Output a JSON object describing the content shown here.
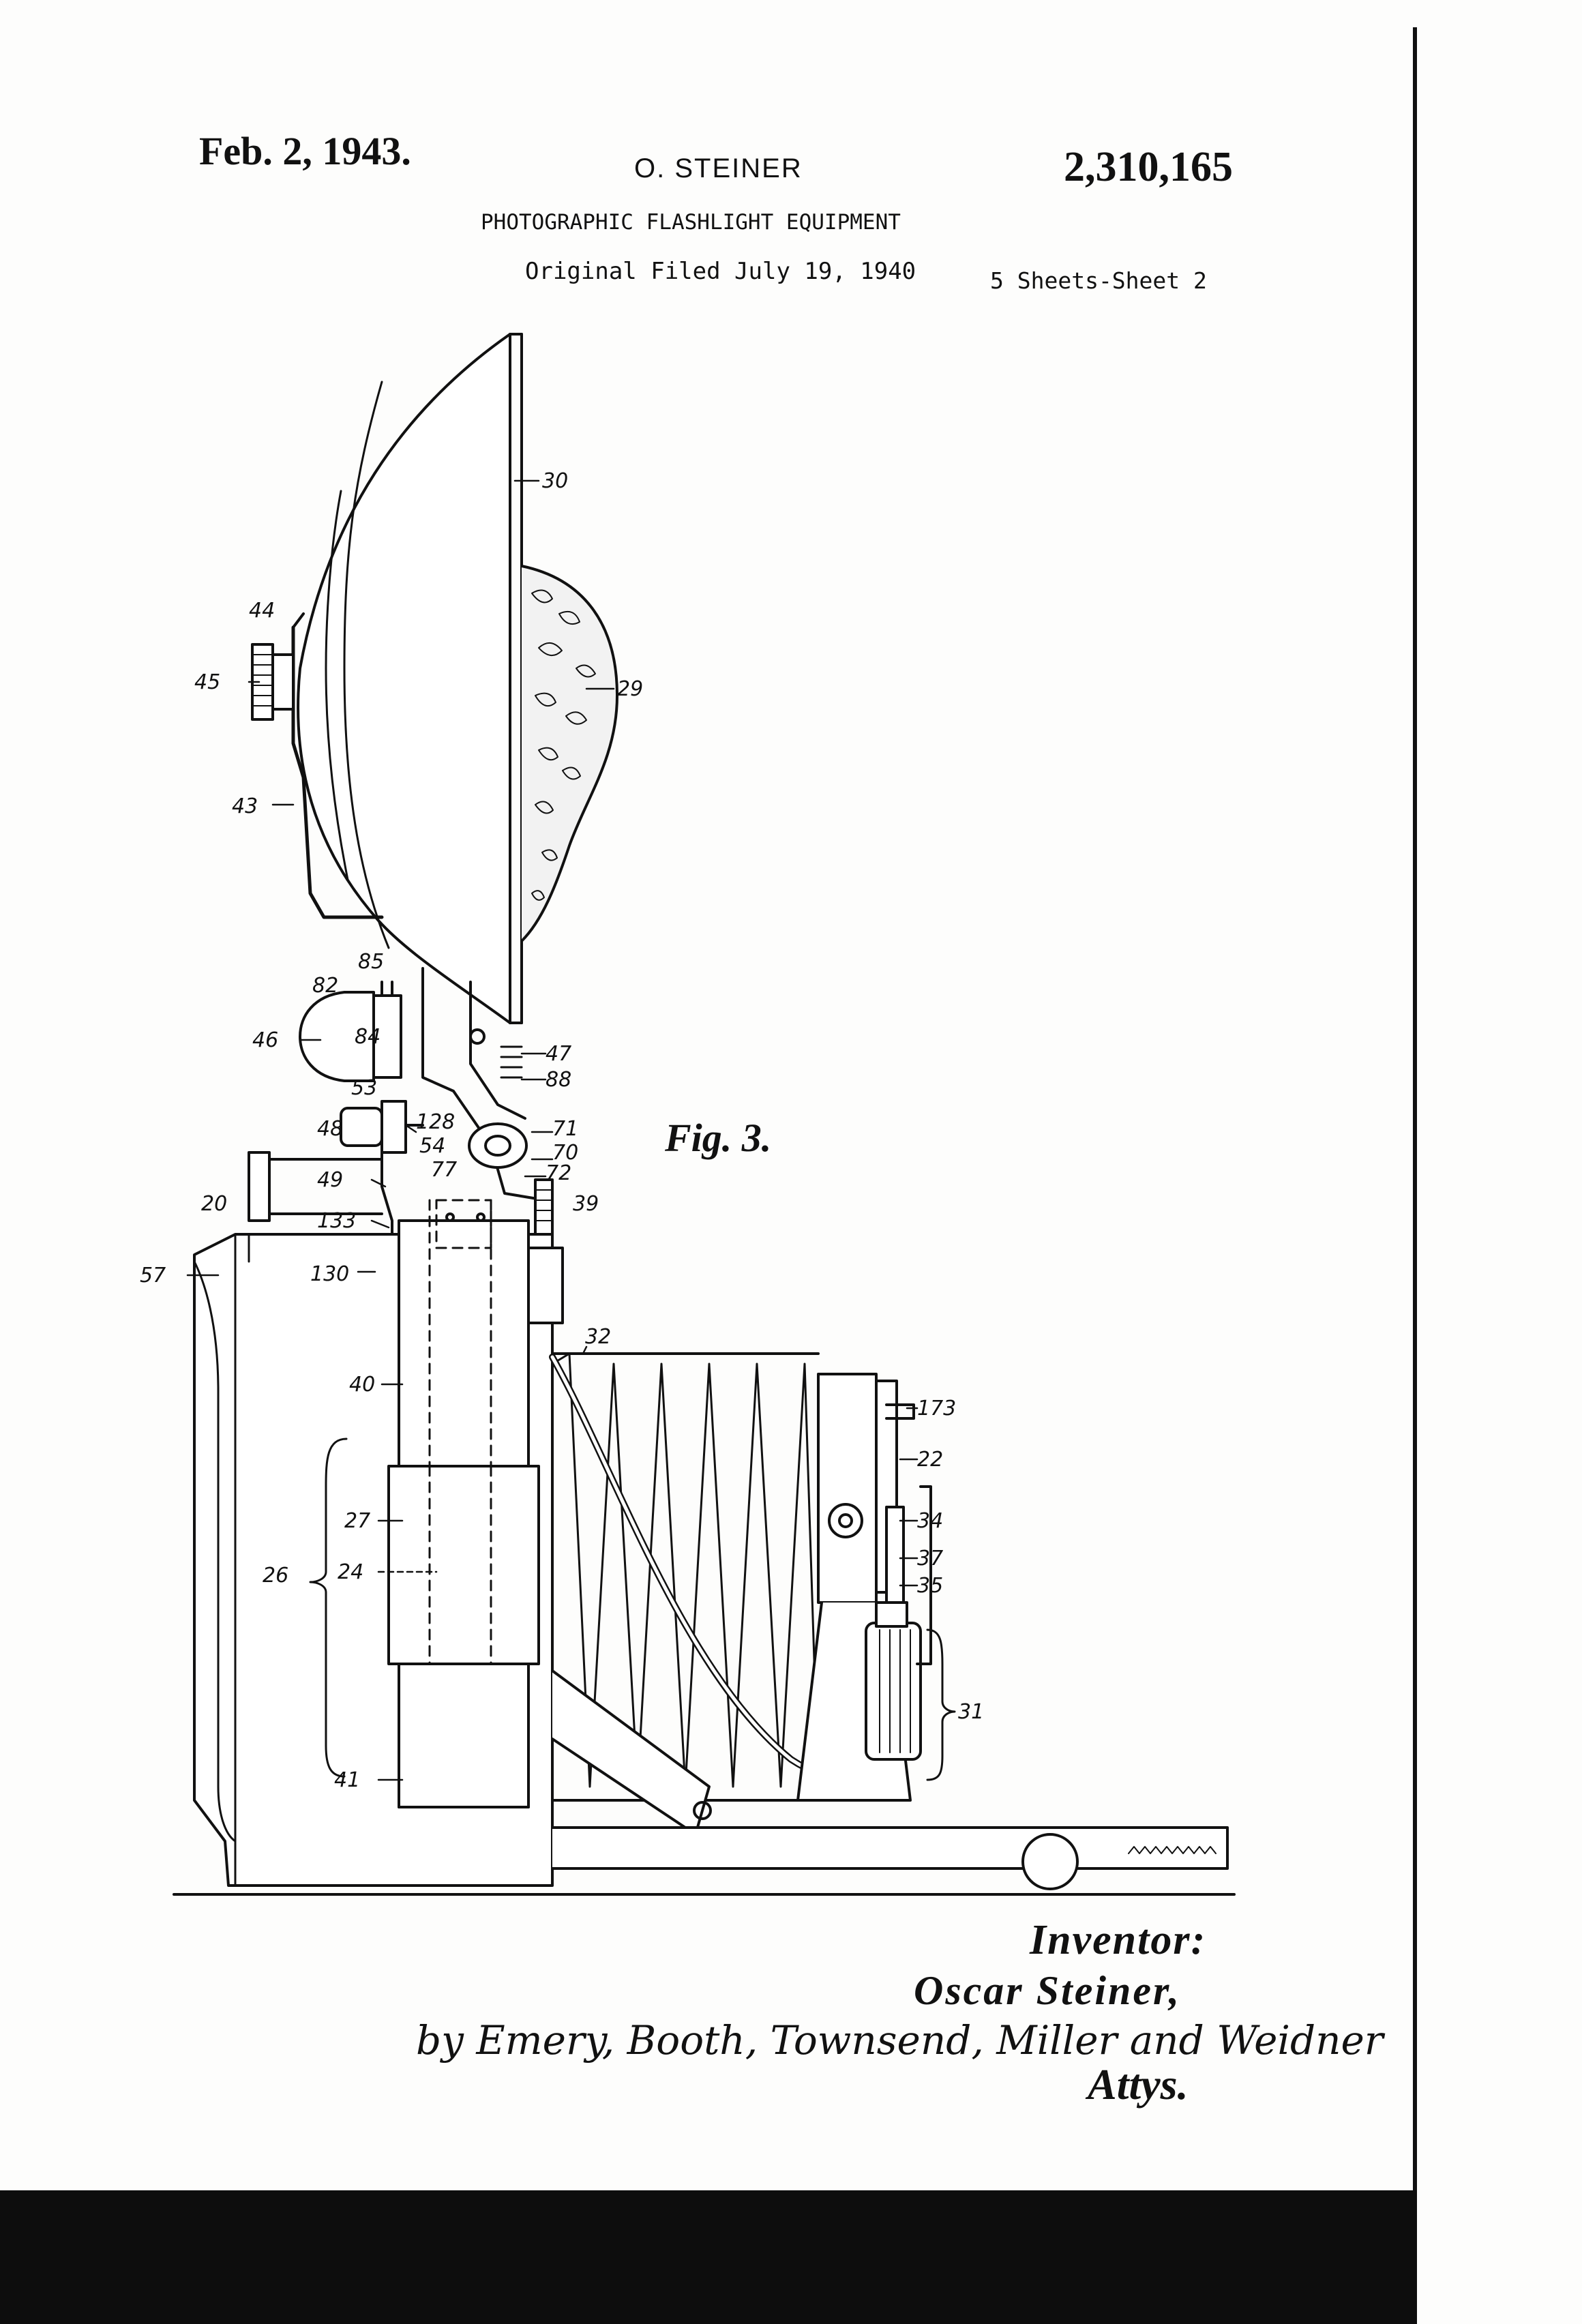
{
  "header": {
    "date": "Feb. 2, 1943.",
    "inventor_short": "O. STEINER",
    "patent_number": "2,310,165",
    "title": "PHOTOGRAPHIC FLASHLIGHT EQUIPMENT",
    "filed": "Original Filed July 19, 1940",
    "sheets": "5 Sheets-Sheet 2"
  },
  "figure_label": "Fig. 3.",
  "reference_numerals": {
    "r30": "30",
    "r29": "29",
    "r44": "44",
    "r45": "45",
    "r43": "43",
    "r85": "85",
    "r82": "82",
    "r84": "84",
    "r46": "46",
    "r47": "47",
    "r88": "88",
    "r53": "53",
    "r48": "48",
    "r128": "128",
    "r54": "54",
    "r71": "71",
    "r70": "70",
    "r72": "72",
    "r77": "77",
    "r49": "49",
    "r20": "20",
    "r133": "133",
    "r39": "39",
    "r57": "57",
    "r130": "130",
    "r32": "32",
    "r40": "40",
    "r173": "173",
    "r22": "22",
    "r34": "34",
    "r27": "27",
    "r37": "37",
    "r26": "26",
    "r24": "24",
    "r35": "35",
    "r31": "31",
    "r41": "41"
  },
  "signature_block": {
    "inventor_label": "Inventor:",
    "inventor_name": "Oscar Steiner,",
    "attorneys_by": "by Emery, Booth, Townsend, Miller and Weidner",
    "attorneys_label": "Attys."
  }
}
